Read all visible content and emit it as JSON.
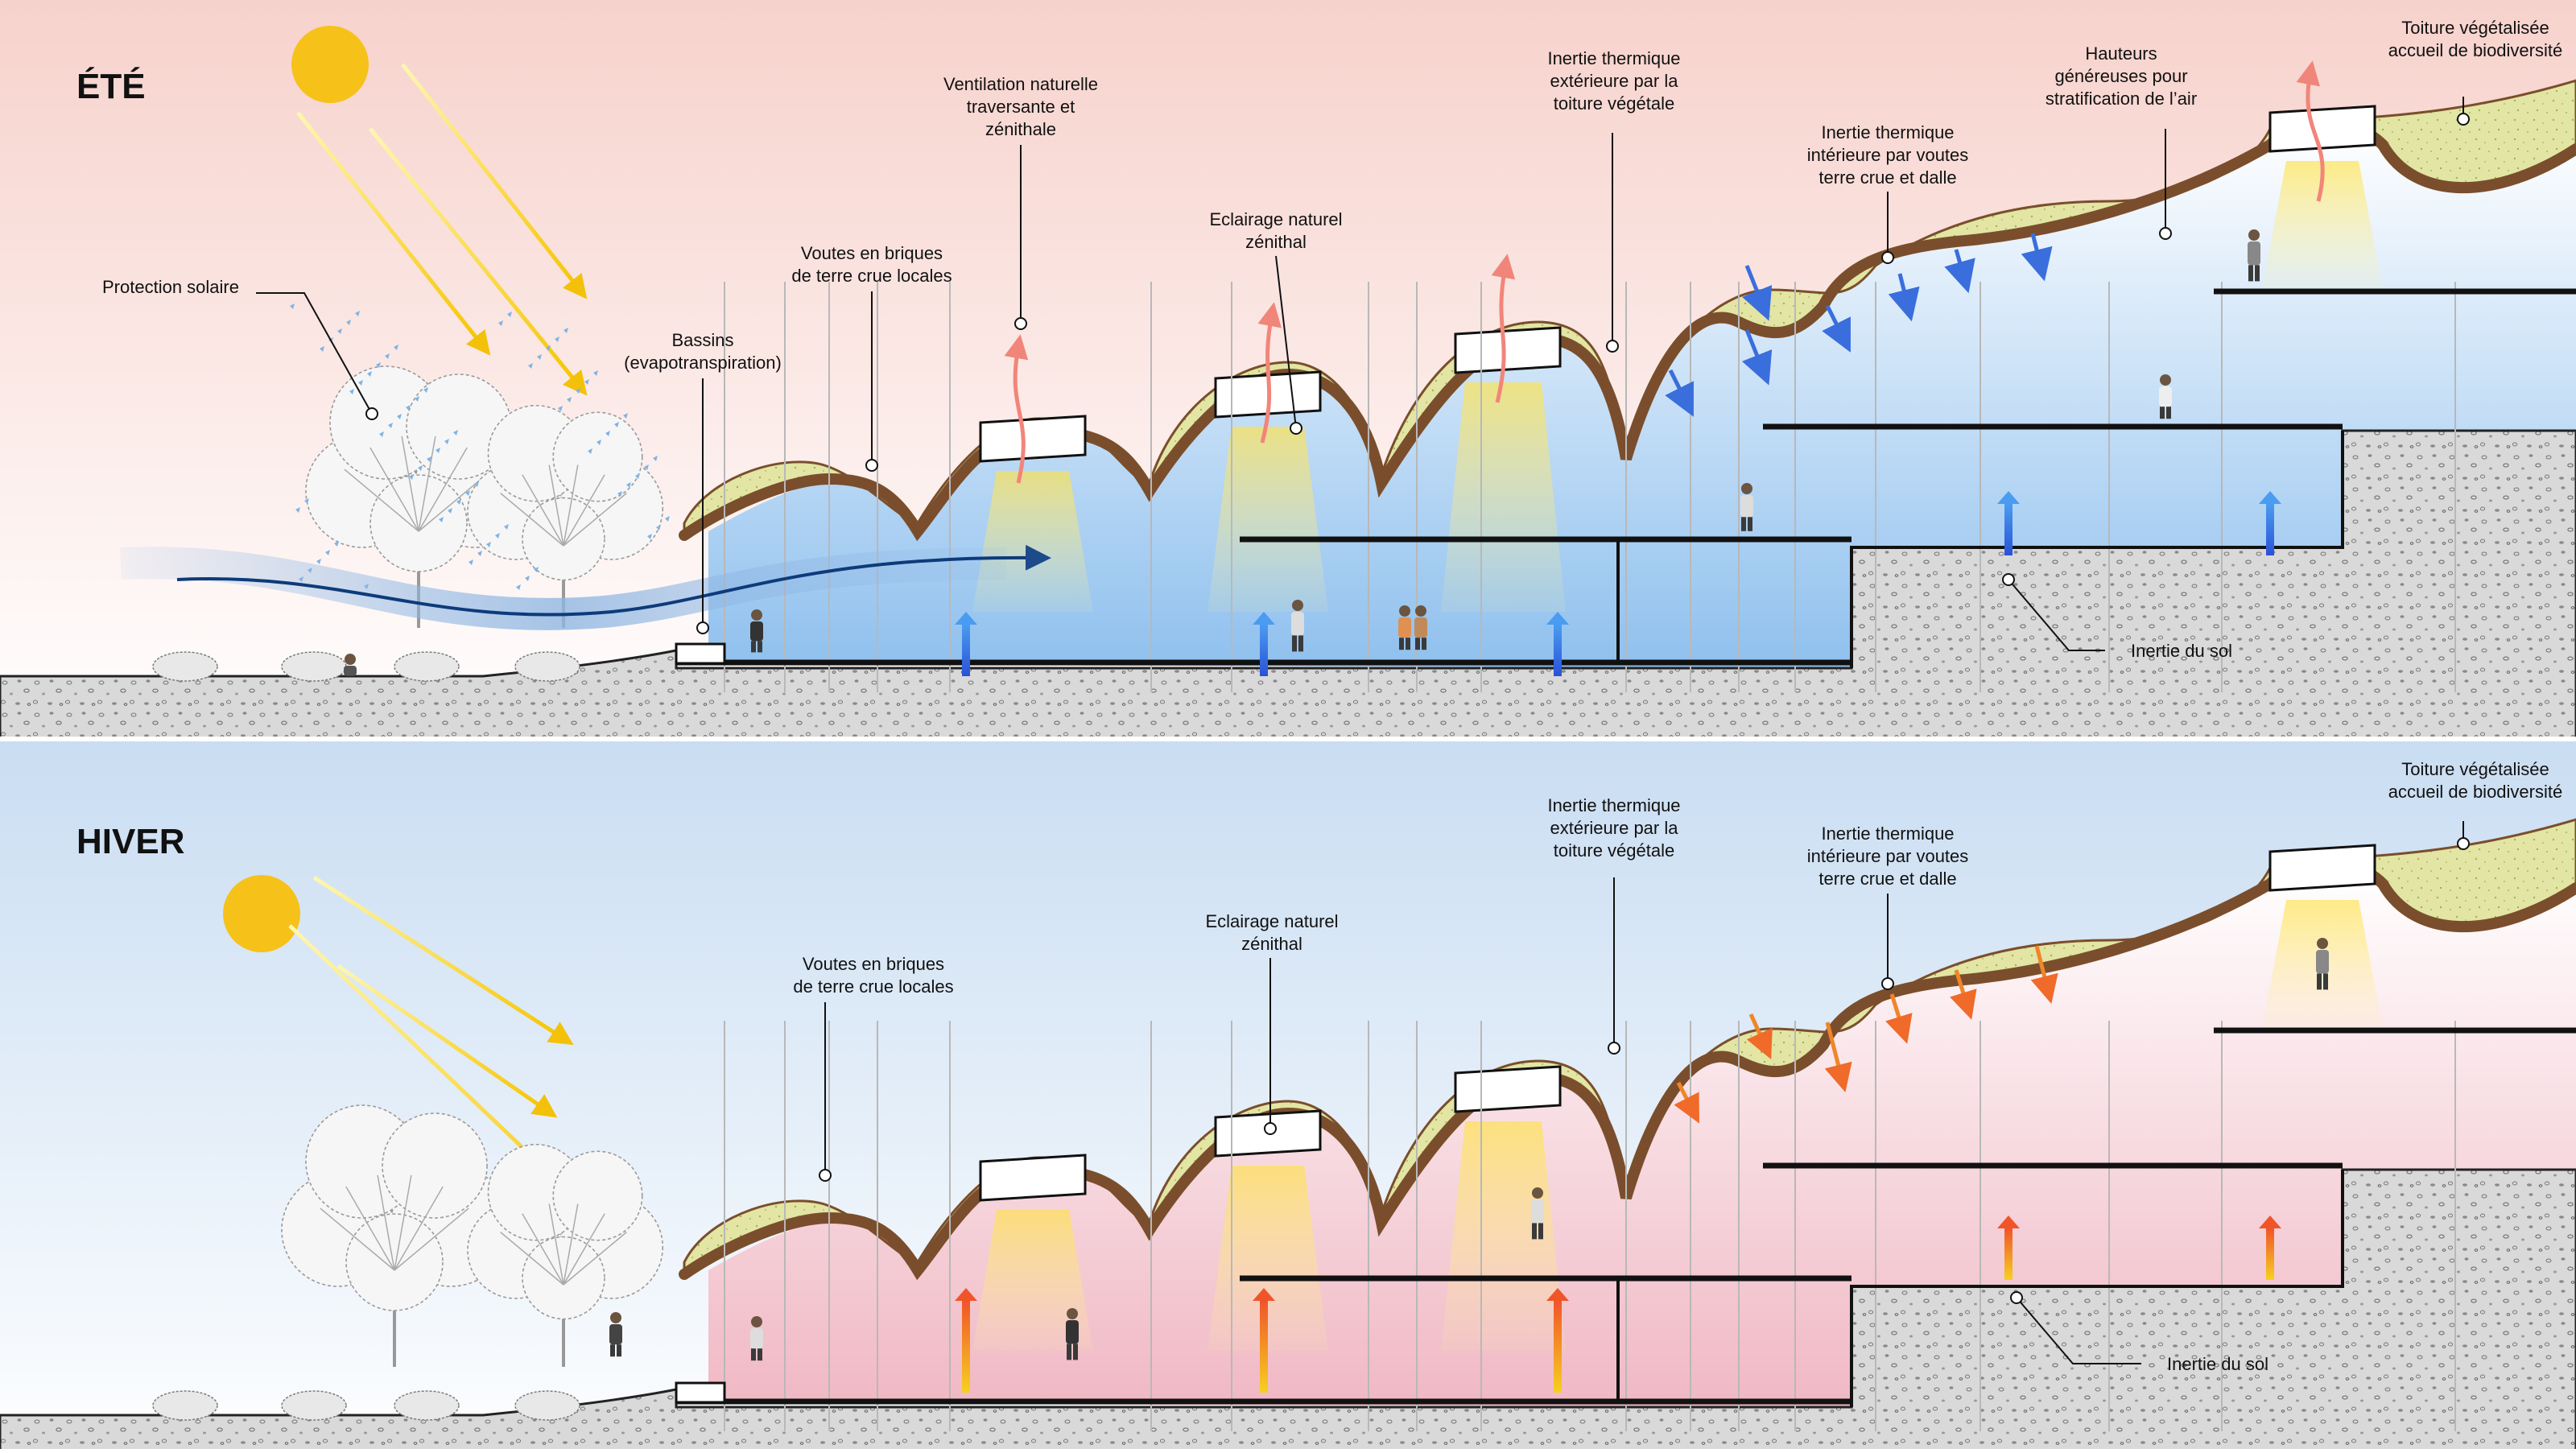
{
  "panels": {
    "summer": {
      "season": "ÉTÉ",
      "labels": {
        "protection": [
          "Protection solaire"
        ],
        "bassins": [
          "Bassins",
          "(evapotranspiration)"
        ],
        "voutes": [
          "Voutes en briques",
          "de terre crue locales"
        ],
        "ventilation": [
          "Ventilation naturelle",
          "traversante et",
          "zénithale"
        ],
        "eclairage": [
          "Eclairage naturel",
          "zénithal"
        ],
        "inertie_ext": [
          "Inertie thermique",
          "extérieure par la",
          "toiture végétale"
        ],
        "inertie_int": [
          "Inertie thermique",
          "intérieure par voutes",
          "terre crue et dalle"
        ],
        "hauteurs": [
          "Hauteurs",
          "généreuses pour",
          "stratification de l’air"
        ],
        "toiture": [
          "Toiture végétalisée",
          "accueil de biodiversité"
        ],
        "sol": [
          "Inertie du sol"
        ]
      }
    },
    "winter": {
      "season": "HIVER",
      "labels": {
        "voutes": [
          "Voutes en briques",
          "de terre crue locales"
        ],
        "eclairage": [
          "Eclairage naturel",
          "zénithal"
        ],
        "inertie_ext": [
          "Inertie thermique",
          "extérieure par la",
          "toiture végétale"
        ],
        "inertie_int": [
          "Inertie thermique",
          "intérieure par voutes",
          "terre crue et dalle"
        ],
        "toiture": [
          "Toiture végétalisée",
          "accueil de biodiversité"
        ],
        "sol": [
          "Inertie du sol"
        ]
      }
    }
  },
  "colors": {
    "summer_sky": "#f9e0da",
    "winter_sky": "#cfe0f3",
    "summer_interior": "#9fcaf0",
    "winter_interior": "#f2c3cd",
    "roof_green": "#e3e6a6",
    "vault_brown": "#7a4e2c",
    "ground": "#d8d8d8",
    "sun": "#f7c21a",
    "cool_arrow": "#2f5fd8",
    "warm_arrow": "#f08a2a",
    "air_arrow": "#f28a7a",
    "wind": "#0d3b7a"
  }
}
